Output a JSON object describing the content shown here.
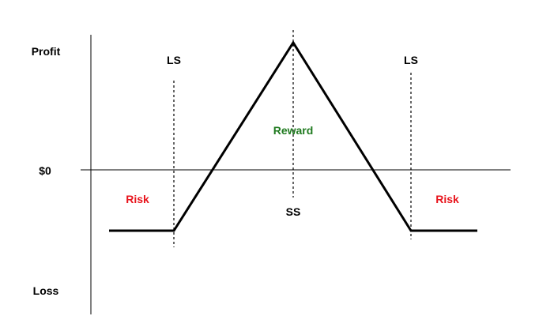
{
  "labels": {
    "profit": "Profit",
    "zero": "$0",
    "loss": "Loss",
    "ls_left": "LS",
    "ls_right": "LS",
    "ss": "SS",
    "reward": "Reward",
    "risk_left": "Risk",
    "risk_right": "Risk"
  },
  "colors": {
    "reward": "#1f7a1f",
    "risk": "#e8141c",
    "line": "#000000"
  }
}
